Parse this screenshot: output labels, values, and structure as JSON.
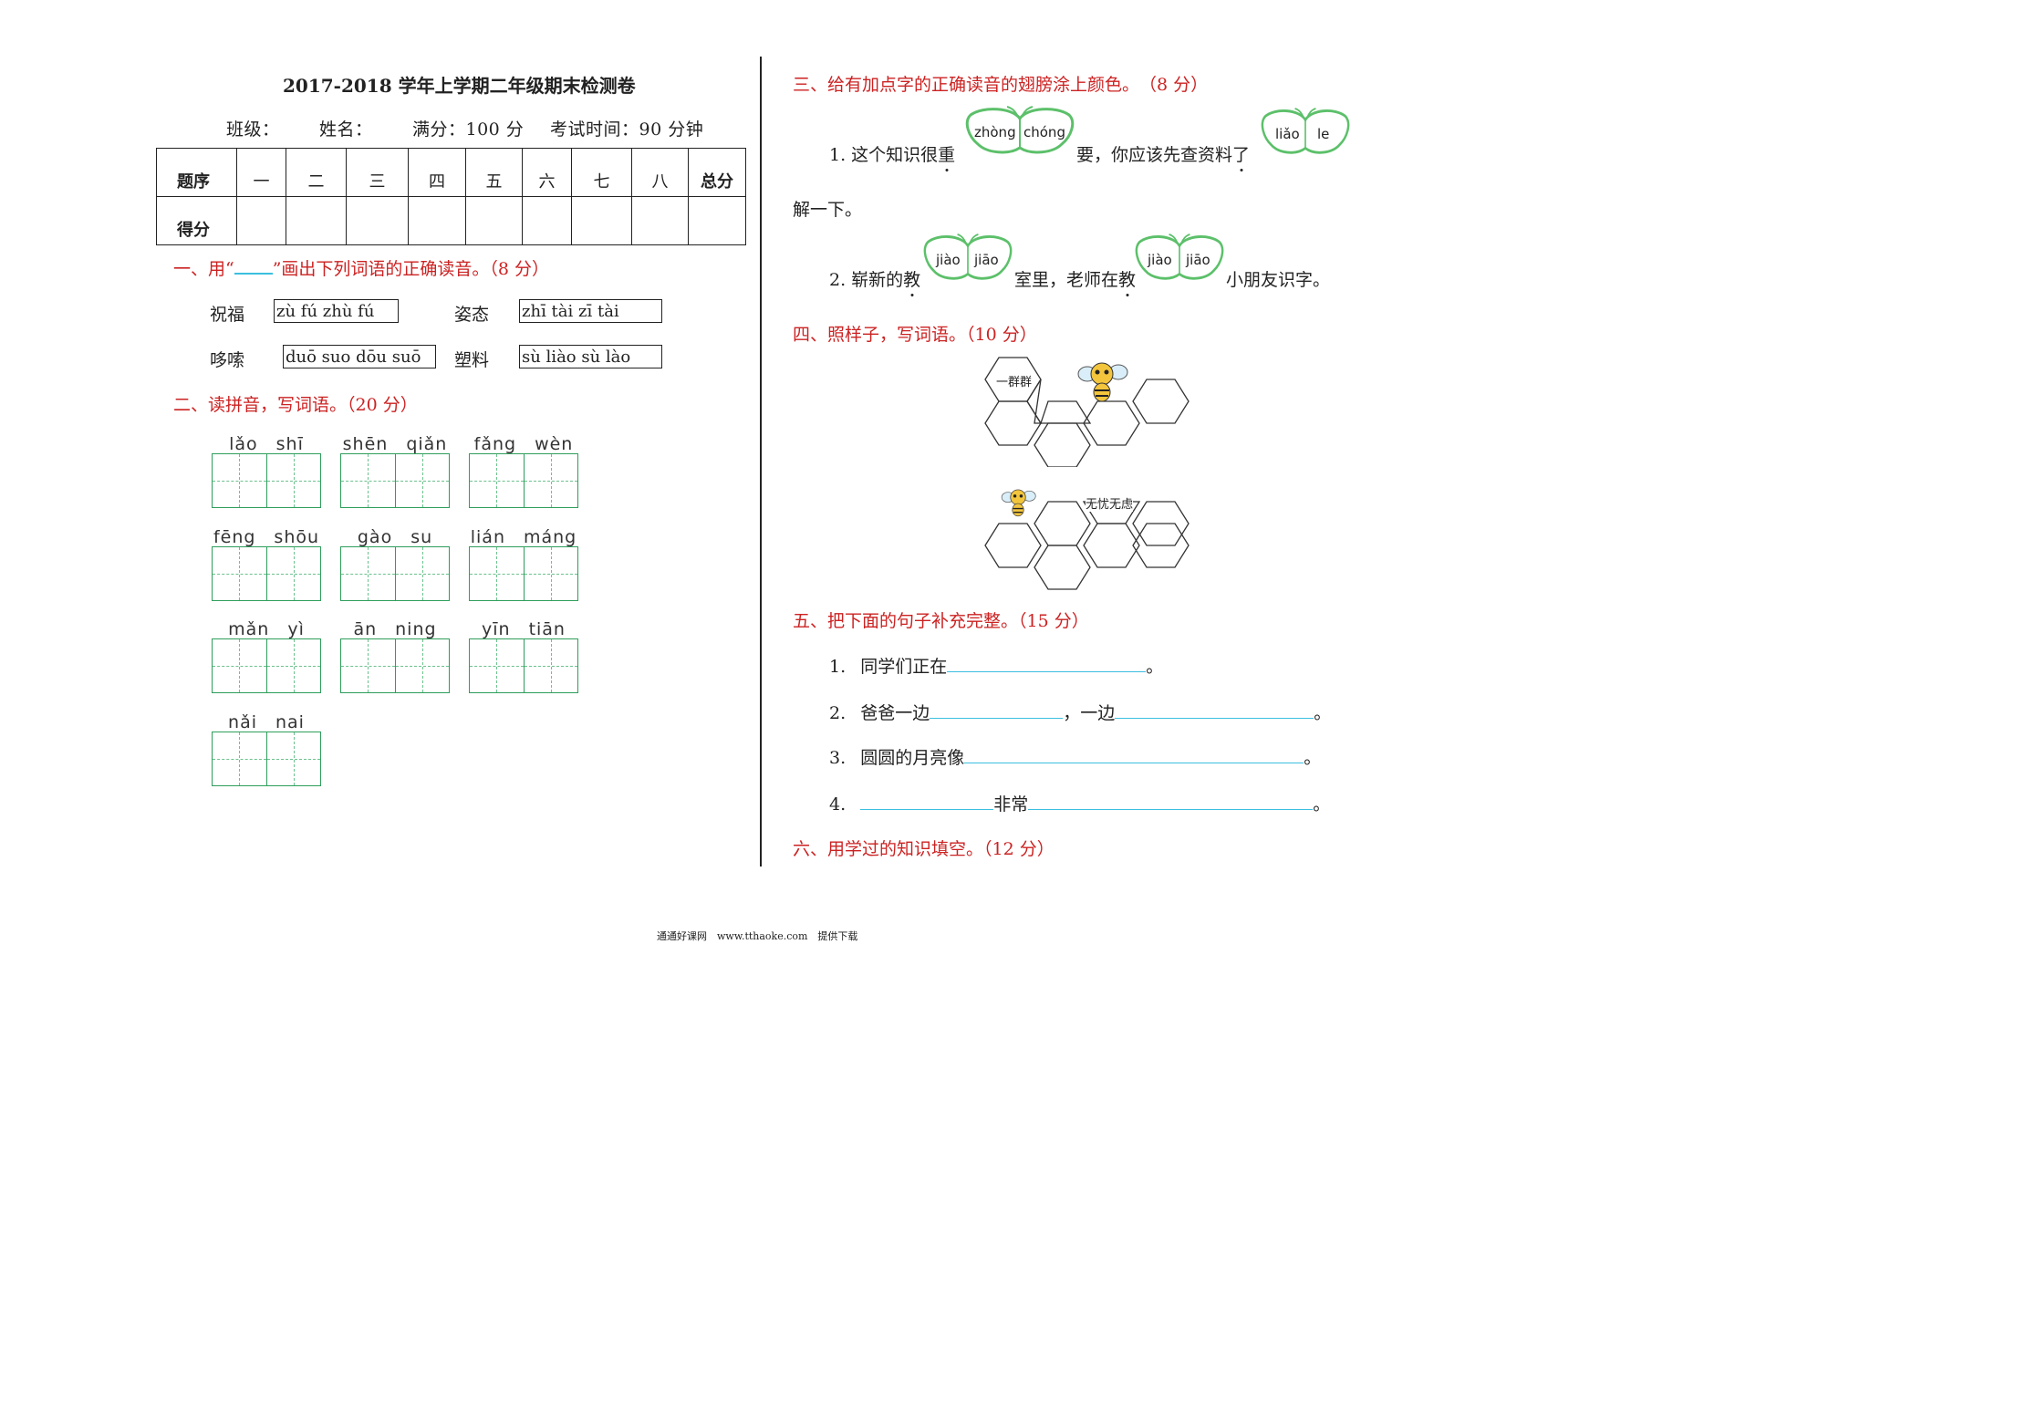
{
  "header": {
    "title": "2017-2018 学年上学期二年级期末检测卷",
    "class_label": "班级：",
    "name_label": "姓名：",
    "full_score": "满分：100 分",
    "exam_time": "考试时间：90 分钟"
  },
  "score_table": {
    "row1_label": "题序",
    "row2_label": "得分",
    "columns": [
      "一",
      "二",
      "三",
      "四",
      "五",
      "六",
      "七",
      "八"
    ],
    "total_label": "总分"
  },
  "section1": {
    "title_pre": "一、用“",
    "title_post": "”画出下列词语的正确读音。（8 分）",
    "items": [
      {
        "word": "祝福",
        "options": "zù fú  zhù fú"
      },
      {
        "word": "姿态",
        "options": "zhī tài  zī tài"
      },
      {
        "word": "哆嗦",
        "options": "duō suo  dōu suō"
      },
      {
        "word": "塑料",
        "options": "sù liào  sù lào"
      }
    ]
  },
  "section2": {
    "title": "二、读拼音，写词语。（20 分）",
    "pinyin": [
      "lǎo　shī",
      "shēn　qiǎn",
      "fǎng　wèn",
      "fēng　shōu",
      "gào　su",
      "lián　máng",
      "mǎn　yì",
      "ān　ning",
      "yīn　tiān",
      "nǎi　nai"
    ]
  },
  "section3": {
    "title": "三、给有加点字的正确读音的翅膀涂上颜色。　（8 分）",
    "q1_a": "1. 这个知识很",
    "q1_dot1": "重",
    "q1_b": "要，你应该先查资料",
    "q1_dot2": "了",
    "q1_c": "解一下。",
    "q2_a": "2. 崭新的",
    "q2_dot1": "教",
    "q2_b": "室里，老师在",
    "q2_dot2": "教",
    "q2_c": "小朋友识字。",
    "b1": [
      "zhòng",
      "chóng"
    ],
    "b2": [
      "liǎo",
      "le"
    ],
    "b3": [
      "jiào",
      "jiāo"
    ],
    "b4": [
      "jiào",
      "jiāo"
    ]
  },
  "section4": {
    "title": "四、照样子，写词语。（10 分）",
    "hex1_word": "一群群",
    "hex2_word": "无忧无虑"
  },
  "section5": {
    "title": "五、把下面的句子补充完整。（15 分）",
    "s1_num": "1.",
    "s1_a": "同学们正在",
    "s2_num": "2.",
    "s2_a": "爸爸一边",
    "s2_b": "，一边",
    "s3_num": "3.",
    "s3_a": "圆圆的月亮像",
    "s4_num": "4.",
    "s4_a": "非常",
    "end": "。"
  },
  "section6": {
    "title": "六、用学过的知识填空。（12 分）"
  },
  "footer": {
    "text": "通通好课网　www.tthaoke.com　提供下载"
  }
}
